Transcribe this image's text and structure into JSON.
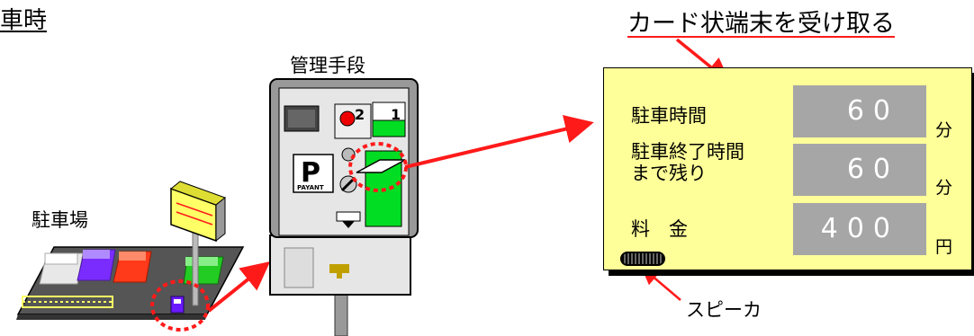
{
  "title_fragment": "車時",
  "labels": {
    "parking_lot": "駐車場",
    "management_means": "管理手段",
    "receive_card": "カード状端末を受け取る",
    "speaker": "スピーカ"
  },
  "meter": {
    "button_1": "1",
    "button_2": "2",
    "p_letter": "P",
    "payant": "PAYANT"
  },
  "panel": {
    "rows": [
      {
        "label": "駐車時間",
        "value": "60",
        "unit": "分"
      },
      {
        "label_line1": "駐車終了時間",
        "label_line2": "まで残り",
        "value": "60",
        "unit": "分"
      },
      {
        "label": "料　金",
        "value": "400",
        "unit": "円"
      }
    ]
  },
  "colors": {
    "arrow_red": "#ff1a1a",
    "panel_bg": "#ffff99",
    "display_gray": "#a6a6a6",
    "machine_green": "#00dd22",
    "sign_yellow": "#ffff66"
  }
}
